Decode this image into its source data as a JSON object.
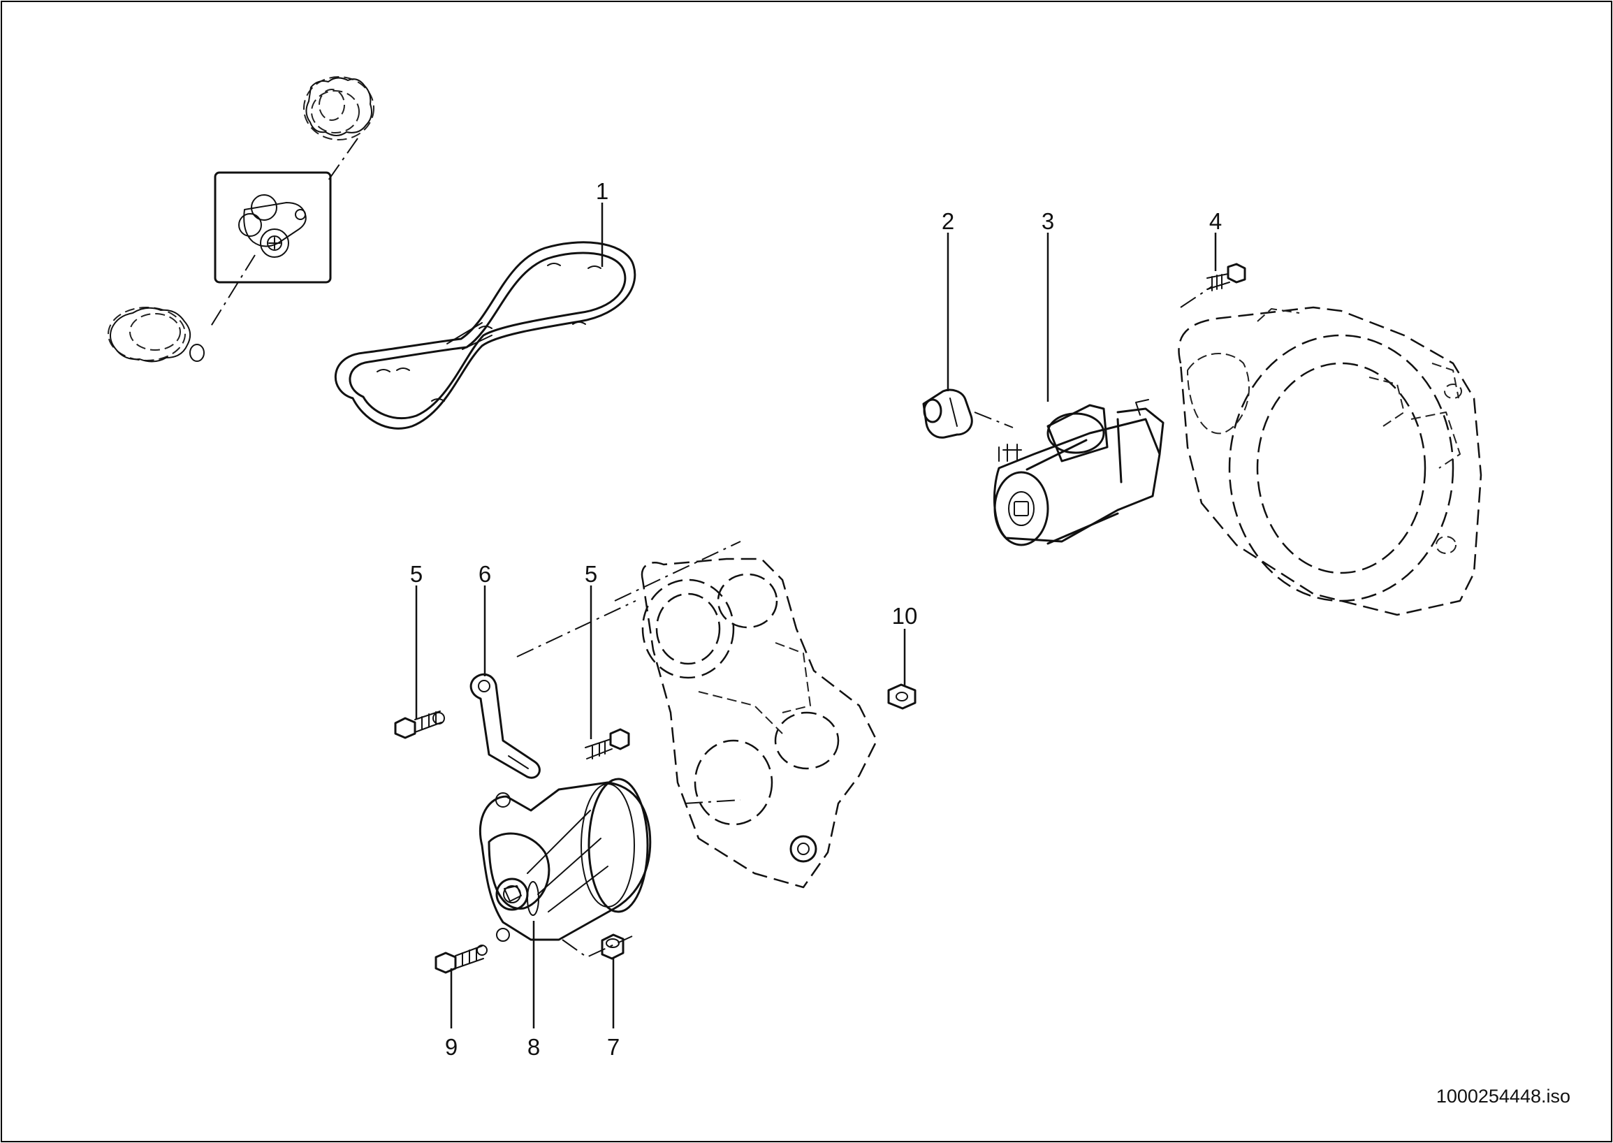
{
  "drawing_ref": "1000254448.iso",
  "callouts": [
    {
      "id": "c1",
      "label": "1"
    },
    {
      "id": "c2",
      "label": "2"
    },
    {
      "id": "c3",
      "label": "3"
    },
    {
      "id": "c4",
      "label": "4"
    },
    {
      "id": "c5a",
      "label": "5"
    },
    {
      "id": "c6",
      "label": "6"
    },
    {
      "id": "c5b",
      "label": "5"
    },
    {
      "id": "c10",
      "label": "10"
    },
    {
      "id": "c9",
      "label": "9"
    },
    {
      "id": "c8",
      "label": "8"
    },
    {
      "id": "c7",
      "label": "7"
    }
  ]
}
